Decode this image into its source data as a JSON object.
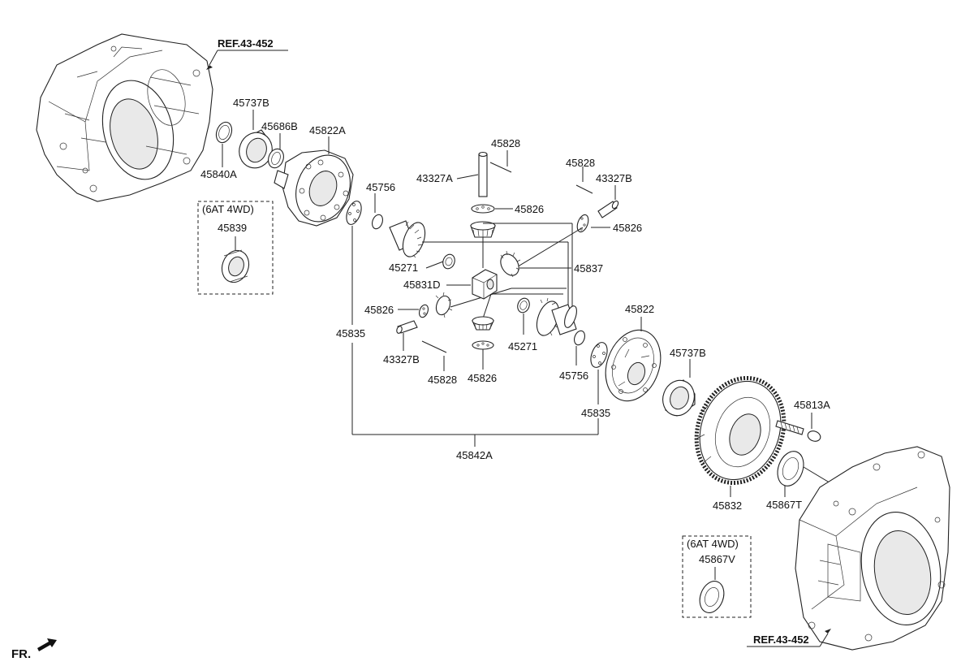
{
  "labels": {
    "ref_top": "REF.43-452",
    "ref_bottom": "REF.43-452",
    "fr": "FR.",
    "box_left_title": "(6AT 4WD)",
    "box_left_part": "45839",
    "box_right_title": "(6AT 4WD)",
    "box_right_part": "45867V",
    "p_45737B_top": "45737B",
    "p_45686B": "45686B",
    "p_45822A": "45822A",
    "p_45840A": "45840A",
    "p_45756_top": "45756",
    "p_45828_a": "45828",
    "p_43327A": "43327A",
    "p_45826_a": "45826",
    "p_45828_b": "45828",
    "p_43327B_top": "43327B",
    "p_45826_b": "45826",
    "p_45271_left": "45271",
    "p_45831D": "45831D",
    "p_45837": "45837",
    "p_45826_c": "45826",
    "p_45835_left": "45835",
    "p_43327B_bottom": "43327B",
    "p_45828_c": "45828",
    "p_45826_d": "45826",
    "p_45271_right": "45271",
    "p_45756_bottom": "45756",
    "p_45822": "45822",
    "p_45737B_bottom": "45737B",
    "p_45835_right": "45835",
    "p_45842A": "45842A",
    "p_45813A": "45813A",
    "p_45832": "45832",
    "p_45867T": "45867T"
  }
}
